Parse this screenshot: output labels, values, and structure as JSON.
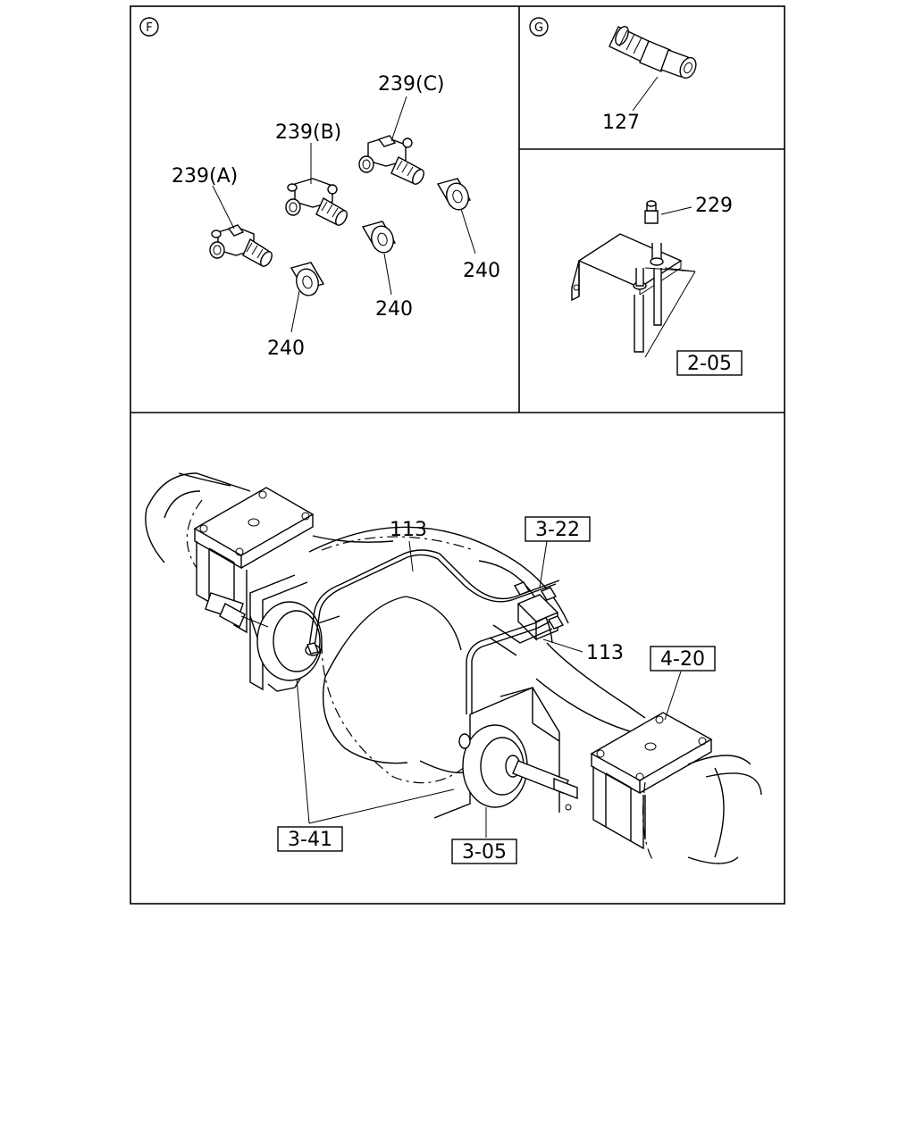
{
  "sections": {
    "f": {
      "marker": "F"
    },
    "g": {
      "marker": "G"
    }
  },
  "labels": {
    "p239a": "239(A)",
    "p239b": "239(B)",
    "p239c": "239(C)",
    "p240_1": "240",
    "p240_2": "240",
    "p240_3": "240",
    "p127": "127",
    "p229": "229",
    "ref205": "2-05",
    "p113_top": "113",
    "p113_right": "113",
    "ref322": "3-22",
    "ref420": "4-20",
    "ref341": "3-41",
    "ref305": "3-05"
  }
}
